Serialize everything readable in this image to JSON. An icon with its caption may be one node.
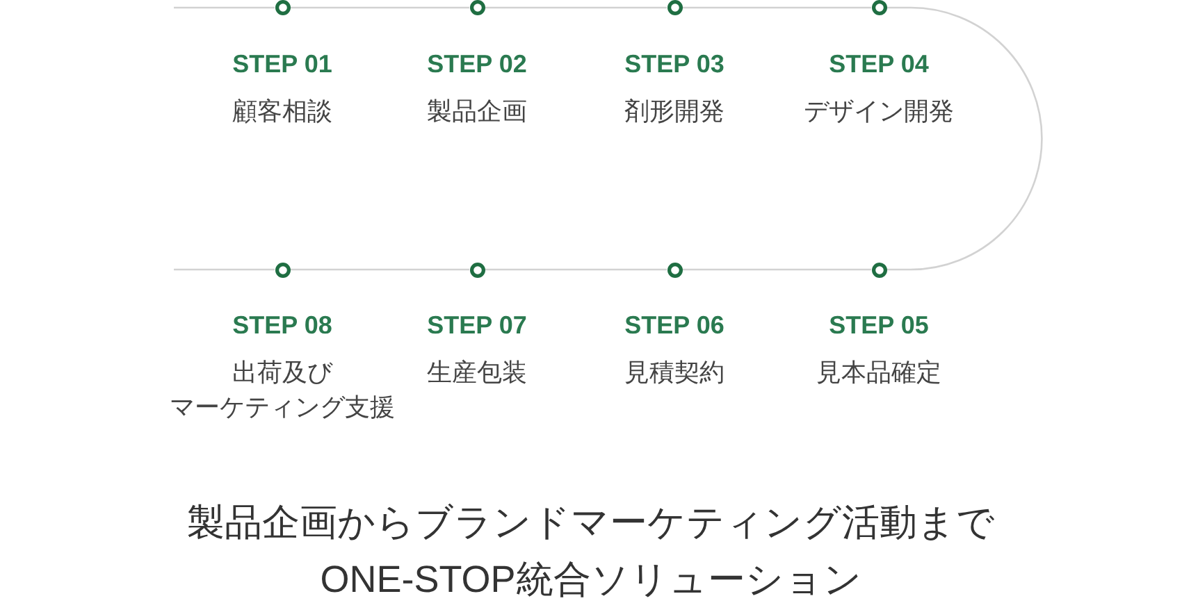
{
  "diagram": {
    "nodes": [
      {
        "text": [],
        "shape": "circle",
        "beside": [
          "STEP 01",
          "顧客相談"
        ]
      },
      {
        "text": [],
        "shape": "circle",
        "beside": [
          "STEP 02",
          "製品企画"
        ]
      },
      {
        "text": [],
        "shape": "circle",
        "beside": [
          "STEP 03",
          "剤形開発"
        ]
      },
      {
        "text": [],
        "shape": "circle",
        "beside": [
          "STEP 04",
          "デザイン開発"
        ]
      },
      {
        "text": [],
        "shape": "circle",
        "beside": [
          "STEP 05",
          "見本品確定"
        ]
      },
      {
        "text": [],
        "shape": "circle",
        "beside": [
          "STEP 06",
          "見積契約"
        ]
      },
      {
        "text": [],
        "shape": "circle",
        "beside": [
          "STEP 07",
          "生産包装"
        ]
      },
      {
        "text": [],
        "shape": "circle",
        "beside": [
          "STEP 08",
          "出荷及びマーケティング支援"
        ]
      }
    ],
    "edges": [
      {
        "from": null,
        "to": 0,
        "arrow": "none"
      },
      {
        "from": 0,
        "to": 1,
        "arrow": "none"
      },
      {
        "from": 1,
        "to": 2,
        "arrow": "none"
      },
      {
        "from": 2,
        "to": 3,
        "arrow": "none"
      },
      {
        "from": 3,
        "to": 4,
        "arrow": "none"
      },
      {
        "from": 4,
        "to": 5,
        "arrow": "none"
      },
      {
        "from": 5,
        "to": 6,
        "arrow": "none"
      },
      {
        "from": 6,
        "to": 7,
        "arrow": "none"
      },
      {
        "from": 7,
        "to": null,
        "arrow": "none"
      }
    ],
    "caption": "製品企画からブランドマーケティング活動までONE-STOP統合ソリューション"
  }
}
